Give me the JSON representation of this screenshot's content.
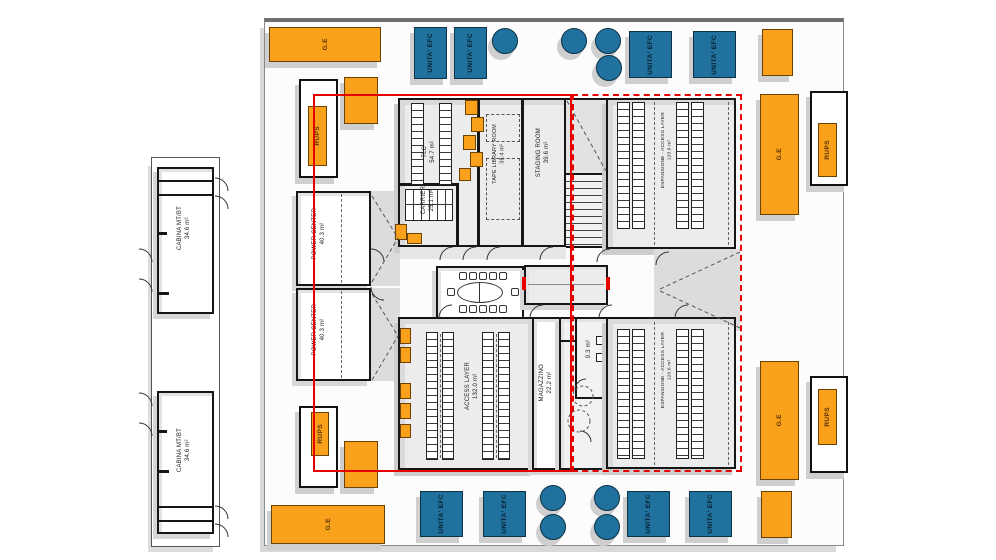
{
  "plan": {
    "type": "data-center-floor-plan",
    "rooms": {
      "cabina_mt_bt_top": {
        "name": "CABINA MT/BT",
        "area": "34.6 m²"
      },
      "cabina_mt_bt_bottom": {
        "name": "CABINA MT/BT",
        "area": "34.6 m²"
      },
      "power_center_top": {
        "name": "POWER CENTER",
        "area": "40.3 m²"
      },
      "power_center_bottom": {
        "name": "POWER CENTER",
        "area": "40.3 m²"
      },
      "tlc": {
        "name": "TLC",
        "area": "54.7 m²"
      },
      "carrier": {
        "name": "CARRIER",
        "area": "25.1 m²"
      },
      "tape_library_room": {
        "name": "TAPE LIBRARY ROOM",
        "area": "38.4 m²"
      },
      "staging_room": {
        "name": "STAGING ROOM",
        "area": "39.6 m²"
      },
      "espansione_top": {
        "name": "ESPANSIONE - ACCESS LAYER",
        "area": "120.6 m²"
      },
      "espansione_bottom": {
        "name": "ESPANSIONE - ACCESS LAYER",
        "area": "120.6 m²"
      },
      "access_layer": {
        "name": "ACCESS LAYER",
        "area": "132.0 m²"
      },
      "magazzino": {
        "name": "MAGAZZINO",
        "area": "22.2 m²"
      },
      "wc": {
        "area": "9.3 m²"
      }
    },
    "equipment_labels": {
      "generator": "G.E",
      "ups": "RUPS",
      "cooling_unit": "UNITA' EFC"
    },
    "colors": {
      "equipment_orange": "#F9A11B",
      "equipment_blue": "#20719E",
      "boundary_red": "#E60000",
      "wall_black": "#161616",
      "floor_gray": "#ECECEC"
    }
  }
}
